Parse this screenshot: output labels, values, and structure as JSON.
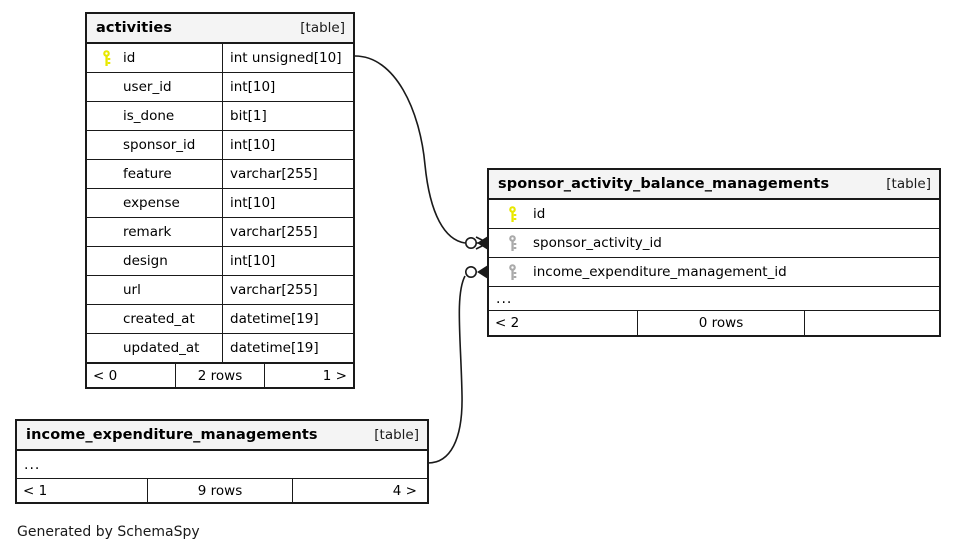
{
  "diagram": {
    "type": "entity-relationship-diagram",
    "generator_credit": "Generated by SchemaSpy",
    "table_tag": "[table]"
  },
  "tables": {
    "activities": {
      "name": "activities",
      "tag": "[table]",
      "columns": [
        {
          "key": "primary",
          "name": "id",
          "type": "int unsigned[10]"
        },
        {
          "key": "none",
          "name": "user_id",
          "type": "int[10]"
        },
        {
          "key": "none",
          "name": "is_done",
          "type": "bit[1]"
        },
        {
          "key": "none",
          "name": "sponsor_id",
          "type": "int[10]"
        },
        {
          "key": "none",
          "name": "feature",
          "type": "varchar[255]"
        },
        {
          "key": "none",
          "name": "expense",
          "type": "int[10]"
        },
        {
          "key": "none",
          "name": "remark",
          "type": "varchar[255]"
        },
        {
          "key": "none",
          "name": "design",
          "type": "int[10]"
        },
        {
          "key": "none",
          "name": "url",
          "type": "varchar[255]"
        },
        {
          "key": "none",
          "name": "created_at",
          "type": "datetime[19]"
        },
        {
          "key": "none",
          "name": "updated_at",
          "type": "datetime[19]"
        }
      ],
      "footer": {
        "left": "< 0",
        "middle": "2 rows",
        "right": "1 >"
      }
    },
    "sponsor_activity_balance_managements": {
      "name": "sponsor_activity_balance_managements",
      "tag": "[table]",
      "columns": [
        {
          "key": "primary",
          "name": "id",
          "type": ""
        },
        {
          "key": "foreign",
          "name": "sponsor_activity_id",
          "type": ""
        },
        {
          "key": "foreign",
          "name": "income_expenditure_management_id",
          "type": ""
        }
      ],
      "more_indicator": "...",
      "footer": {
        "left": "< 2",
        "middle": "0 rows",
        "right": ""
      }
    },
    "income_expenditure_managements": {
      "name": "income_expenditure_managements",
      "tag": "[table]",
      "columns": [],
      "more_indicator": "...",
      "footer": {
        "left": "< 1",
        "middle": "9 rows",
        "right": "4 >"
      }
    }
  },
  "relationships": [
    {
      "name": "activities-to-sponsor-activity-id",
      "from_table": "activities",
      "from_column": "id",
      "to_table": "sponsor_activity_balance_managements",
      "to_column": "sponsor_activity_id",
      "cardinality": "zero-or-many"
    },
    {
      "name": "income-expenditure-to-management-id",
      "from_table": "income_expenditure_managements",
      "to_table": "sponsor_activity_balance_managements",
      "to_column": "income_expenditure_management_id",
      "cardinality": "zero-or-many"
    }
  ],
  "colors": {
    "primary_key_icon": "#e8e800",
    "foreign_key_icon": "#aaaaaa",
    "border": "#1a1a1a",
    "header_bg": "#f4f4f4",
    "background": "#ffffff"
  },
  "icons": {
    "primary_key": "primary-key-icon",
    "foreign_key": "foreign-key-icon"
  }
}
